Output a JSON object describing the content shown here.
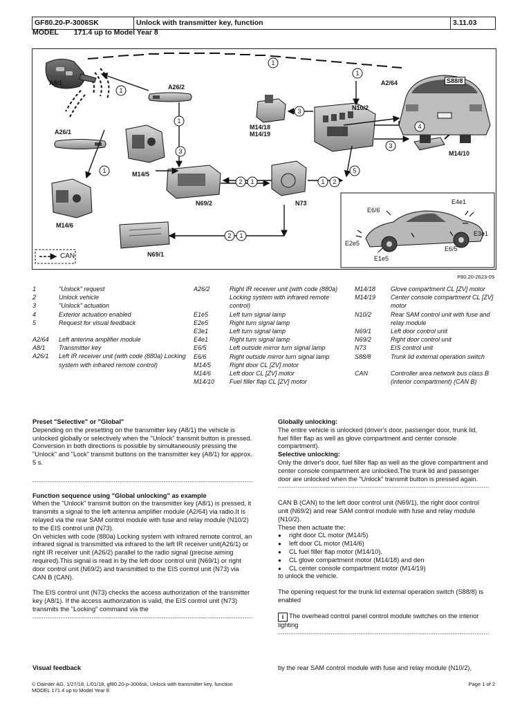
{
  "header": {
    "doc_number": "GF80.20-P-3006SK",
    "title": "Unlock with transmitter key, function",
    "date": "3.11.03",
    "model_label": "MODEL",
    "model_value": "171.4  up to Model Year 8"
  },
  "diagram": {
    "labels": {
      "a81": "A8/1",
      "a262": "A26/2",
      "a261": "A26/1",
      "m145": "M14/5",
      "m146": "M14/6",
      "m1418": "M14/18",
      "m1419": "M14/19",
      "n102": "N10/2",
      "a264": "A2/64",
      "s888": "S88/8",
      "m1410": "M14/10",
      "n692": "N69/2",
      "n73": "N73",
      "n691": "N69/1",
      "can": "CAN",
      "e66": "E6/6",
      "e4e1": "E4e1",
      "e2e5": "E2e5",
      "e3e1": "E3e1",
      "e65": "E6/5",
      "e1e5": "E1e5"
    },
    "figure_id": "P80.20-2623-09"
  },
  "legend": {
    "col1": [
      {
        "code": "1",
        "text": "\"Unlock\" request"
      },
      {
        "code": "2",
        "text": "Unlock vehicle"
      },
      {
        "code": "3",
        "text": "\"Unlock\" actuation"
      },
      {
        "code": "4",
        "text": "Exterior actuation enabled"
      },
      {
        "code": "5",
        "text": "Request for visual feedback"
      },
      {
        "code": "",
        "text": ""
      },
      {
        "code": "A2/64",
        "text": "Left antenna amplifier module"
      },
      {
        "code": "A8/1",
        "text": "Transmitter key"
      },
      {
        "code": "A26/1",
        "text": "Left IR receiver unit (with code (880a) Locking system with infrared remote control)"
      }
    ],
    "col2": [
      {
        "code": "A26/2",
        "text": "Right IR receiver unit (with code (880a) Locking system with infrared remote control)"
      },
      {
        "code": "E1e5",
        "text": "Left turn signal lamp"
      },
      {
        "code": "E2e5",
        "text": "Right turn signal lamp"
      },
      {
        "code": "E3e1",
        "text": "Left turn signal lamp"
      },
      {
        "code": "E4e1",
        "text": "Right turn signal lamp"
      },
      {
        "code": "E6/5",
        "text": "Left outside mirror turn signal lamp"
      },
      {
        "code": "E6/6",
        "text": "Right outside mirror turn signal lamp"
      },
      {
        "code": "M14/5",
        "text": "Right door CL [ZV] motor"
      },
      {
        "code": "M14/6",
        "text": "Left door CL [ZV] motor"
      },
      {
        "code": "M14/10",
        "text": "Fuel filler flap CL [ZV] motor"
      }
    ],
    "col3": [
      {
        "code": "M14/18",
        "text": "Glove compartment CL [ZV] motor"
      },
      {
        "code": "M14/19",
        "text": "Center console compartment CL [ZV] motor"
      },
      {
        "code": "N10/2",
        "text": "Rear SAM control unit with fuse and relay module"
      },
      {
        "code": "N69/1",
        "text": "Left door control unit"
      },
      {
        "code": "N69/2",
        "text": "Right door control unit"
      },
      {
        "code": "N73",
        "text": "EIS control unit"
      },
      {
        "code": "S88/8",
        "text": "Trunk lid external operation switch"
      },
      {
        "code": "",
        "text": ""
      },
      {
        "code": "CAN",
        "text": "Controller area network bus class B (interior compartment) (CAN B)"
      }
    ]
  },
  "body": {
    "preset_title": "Preset \"Selective\" or \"Global\"",
    "preset_text": "Depending on the presetting on the transmitter key (A8/1) the vehicle is unlocked globally or selectively when the \"Unlock\" transmit button is pressed.",
    "conversion_text": "Conversion in both directions is possible by simultaneously pressing the \"Unlock\" and \"Lock\" transmit buttons on the transmitter key (A8/1) for approx. 5 s.",
    "global_title": "Globally unlocking:",
    "global_text": "The entire vehicle is unlocked (driver's door, passenger door, trunk lid, fuel filler flap as well as glove compartment and center console compartment).",
    "selective_title": "Selective unlocking:",
    "selective_text": "Only the driver's door, fuel filler flap as well as the glove compartment and center console compartment are unlocked.The trunk lid and passenger door are unlocked when the \"Unlock\" transmit button is pressed again.",
    "sequence_title": "Function sequence using \"Global unlocking\" as example",
    "sequence_p1": "When the \"Unlock\" transmit button on the transmitter key (A8/1) is pressed, it transmits a signal to the left antenna amplifier module (A2/64) via radio.It is relayed via the rear SAM control module with fuse and relay module (N10/2) to the EIS control unit (N73).",
    "sequence_p2": "On vehicles with code (880a) Locking system with infrared remote control, an infrared signal is transmitted via infrared to the left IR receiver unit(A26/1) or right IR receiver unit (A26/2) parallel to the radio signal (precise aiming required).This signal is read in by the left door control unit (N69/1) or right door control unit (N69/2) and transmitted to the EIS control unit (N73) via CAN B (CAN).",
    "sequence_p3": "The EIS control unit (N73) checks the access authorization of the transmitter key (A8/1). If the access authorization is valid, the EIS control unit (N73) transmits the \"Locking\" command via the",
    "can_text": "CAN B (CAN) to the left door control unit (N69/1), the right door control unit (N69/2) and  rear SAM control module with fuse and relay module (N10/2).",
    "actuate_text": "These then actuate the:",
    "actuate_items": [
      "right door CL motor (M14/5)",
      "left door CL motor (M14/6)",
      "CL fuel filler flap motor (M14/10),",
      "CL glove compartment motor (M14/18) and den",
      "CL center console compartment motor (M14/19)"
    ],
    "unlock_text": "to unlock the vehicle.",
    "opening_text": "The opening request for the trunk lid external operation switch (S88/8) is enabled",
    "info_icon": "i",
    "info_text": "The overhead control panel control module switches on the interior lighting",
    "visual_title": "Visual feedback",
    "visual_text": "by the rear SAM control module with fuse and relay module (N10/2),",
    "dashes": "-----------------------------------------------------------------------------------------------------"
  },
  "footer": {
    "line1": "© Daimler AG, 1/27/18, L/01/18, gf80.20-p-3006sk, Unlock with transmitter key, function",
    "line2": "MODEL 171.4 up to Model Year 8",
    "page": "Page 1 of 2"
  }
}
